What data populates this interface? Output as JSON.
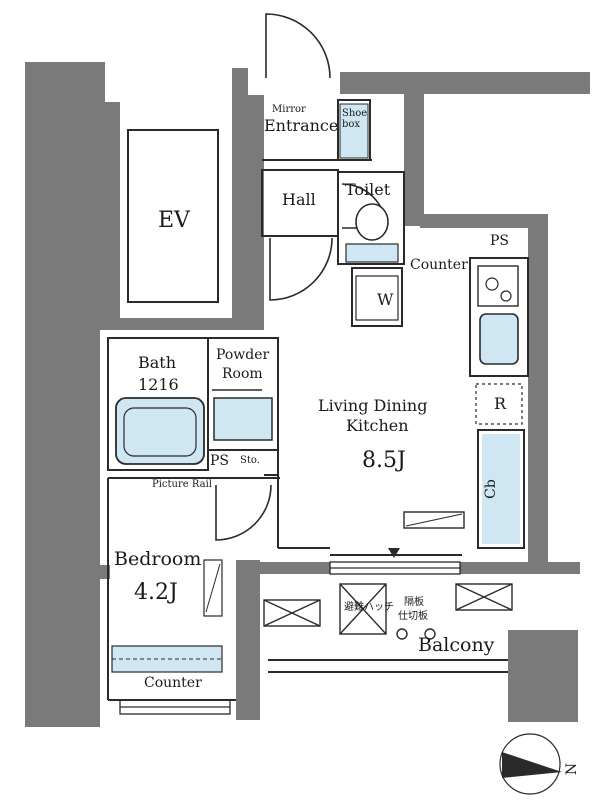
{
  "labels": {
    "mirror": "Mirror",
    "entrance": "Entrance",
    "shoe_box": "Shoe box",
    "hall": "Hall",
    "toilet": "Toilet",
    "ev": "EV",
    "ps_top": "PS",
    "counter_kitchen": "Counter",
    "washer": "W",
    "bath": "Bath",
    "bath_size": "1216",
    "powder_room_1": "Powder",
    "powder_room_2": "Room",
    "ldk_1": "Living Dining",
    "ldk_2": "Kitchen",
    "ldk_size": "8.5J",
    "refrigerator": "R",
    "closet": "Cb",
    "ps_bath": "PS",
    "storage": "Sto.",
    "picture_rail": "Picture Rail",
    "bedroom": "Bedroom",
    "bedroom_size": "4.2J",
    "emergency_hatch": "避難ハッチ",
    "partition_1": "隔板",
    "partition_2": "仕切板",
    "balcony": "Balcony",
    "counter_bedroom": "Counter",
    "compass_n": "N"
  },
  "colors": {
    "wall": "#7a7a7a",
    "line": "#2a2a2a",
    "fixture": "#cfe6f3",
    "fixture_dark": "#a9d3ec"
  }
}
